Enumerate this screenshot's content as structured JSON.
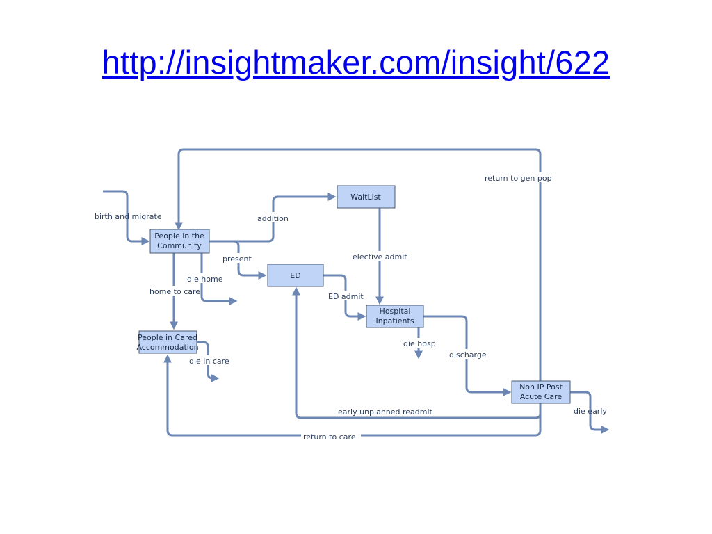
{
  "title": {
    "link_text": "http://insightmaker.com/insight/622"
  },
  "diagram": {
    "stocks": {
      "people_community": [
        "People in the",
        "Community"
      ],
      "waitlist": [
        "WaitList"
      ],
      "ed": [
        "ED"
      ],
      "hospital_inpatients": [
        "Hospital",
        "Inpatients"
      ],
      "people_cared": [
        "People in Cared",
        "Accommodation"
      ],
      "non_ip": [
        "Non IP Post",
        "Acute Care"
      ]
    },
    "flows": {
      "birth_and_migrate": "birth and migrate",
      "addition": "addition",
      "present": "present",
      "die_home": "die home",
      "home_to_care": "home to care",
      "elective_admit": "elective admit",
      "ed_admit": "ED admit",
      "die_hosp": "die hosp",
      "discharge": "discharge",
      "die_in_care": "die in care",
      "return_to_gen_pop": "return to gen pop",
      "early_unplanned_readmit": "early unplanned readmit",
      "return_to_care": "return to care",
      "die_early": "die early"
    },
    "colors": {
      "flow": "#6d87b5",
      "stock_fill": "#bfd4f6",
      "stock_border": "#4a5a72",
      "link": "#0000ee"
    }
  }
}
